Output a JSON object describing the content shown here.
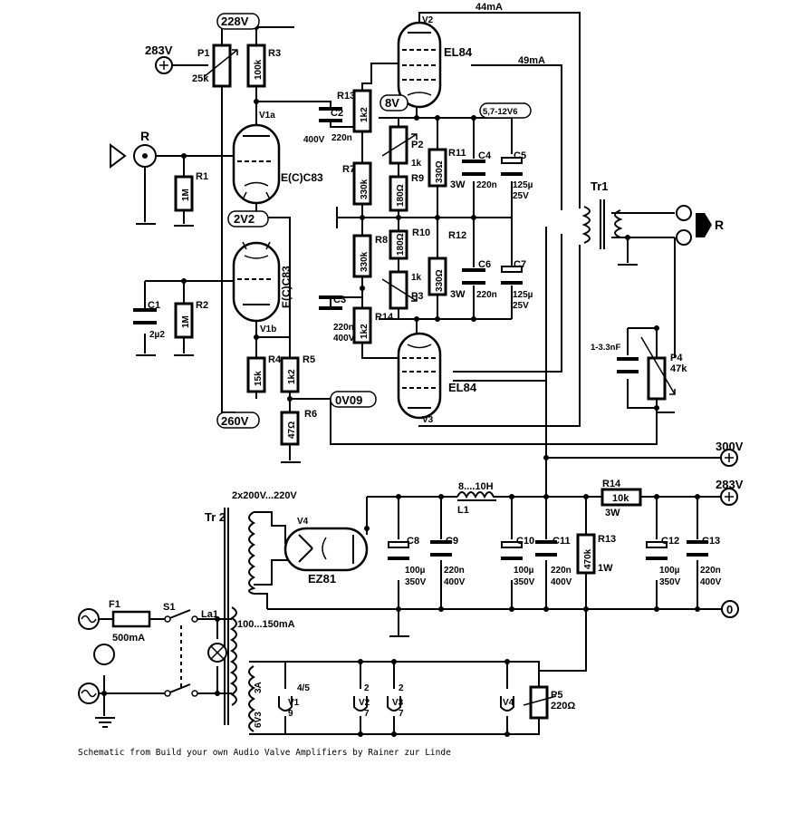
{
  "caption": "Schematic from Build your own Audio Valve Amplifiers by Rainer zur Linde",
  "voltages": {
    "v228": "228V",
    "v283_in": "283V",
    "v2v2": "2V2",
    "v260": "260V",
    "v0v09": "0V09",
    "v8": "8V",
    "v57": "5,7-12V6",
    "v300": "300V",
    "v283_out": "283V",
    "zero": "0"
  },
  "currents": {
    "i44": "44mA",
    "i49": "49mA",
    "i100_150": "100...150mA"
  },
  "tubes": {
    "v1a": "V1a",
    "v1b": "V1b",
    "ecc83_top": "E(C)C83",
    "ecc83_bot": "E(C)C83",
    "v2": "V2",
    "el84_top": "EL84",
    "v3": "V3",
    "el84_bot": "EL84",
    "v4": "V4",
    "ez81": "EZ81"
  },
  "components": {
    "p1": "P1",
    "p1_val": "25k",
    "r3": "R3",
    "r3_val": "100k",
    "r1": "R1",
    "r1_val": "1M",
    "r2": "R2",
    "r2_val": "1M",
    "c1": "C1",
    "c1_val": "2µ2",
    "c2": "C2",
    "c2_val1": "400V",
    "c2_val2": "220n",
    "c3": "C3",
    "c3_val1": "220n",
    "c3_val2": "400V",
    "r4": "R4",
    "r4_val": "15k",
    "r5": "R5",
    "r5_val": "1k2",
    "r6": "R6",
    "r6_val": "47Ω",
    "r7": "R7",
    "r7_val": "330k",
    "r8": "R8",
    "r8_val": "330k",
    "r13a": "R13",
    "r13a_val": "1k2",
    "r14a": "R14",
    "r14a_val": "1k2",
    "p2": "P2",
    "p2_val": "1k",
    "p3": "P3",
    "p3_val": "1k",
    "r9": "R9",
    "r9_val": "180Ω",
    "r10": "R10",
    "r10_val": "180Ω",
    "r11": "R11",
    "r11_val": "330Ω",
    "r11_w": "3W",
    "r12": "R12",
    "r12_val": "330Ω",
    "r12_w": "3W",
    "c4": "C4",
    "c4_val": "220n",
    "c6": "C6",
    "c6_val": "220n",
    "c5": "C5",
    "c5_val1": "125µ",
    "c5_val2": "25V",
    "c7": "C7",
    "c7_val1": "125µ",
    "c7_val2": "25V",
    "tr1": "Tr1",
    "p4": "P4",
    "p4_val": "47k",
    "cap_fb": "1-3.3nF",
    "tr2": "Tr 2",
    "tr2_sec": "2x200V...220V",
    "l1": "L1",
    "l1_val": "8....10H",
    "r14b": "R14",
    "r14b_val": "10k",
    "r14b_w": "3W",
    "r13b": "R13",
    "r13b_val": "470k",
    "r13b_w": "1W",
    "c8": "C8",
    "c8_v1": "100µ",
    "c8_v2": "350V",
    "c9": "C9",
    "c9_v1": "220n",
    "c9_v2": "400V",
    "c10": "C10",
    "c10_v1": "100µ",
    "c10_v2": "350V",
    "c11": "C11",
    "c11_v1": "220n",
    "c11_v2": "400V",
    "c12": "C12",
    "c12_v1": "100µ",
    "c12_v2": "350V",
    "c13": "C13",
    "c13_v1": "220n",
    "c13_v2": "400V",
    "f1": "F1",
    "f1_val": "500mA",
    "s1": "S1",
    "la1": "La1",
    "heater_3a": "3A",
    "heater_6v3": "6V3",
    "h_v1_pins": "4/5",
    "h_v1": "V1",
    "h_v1_b": "9",
    "h_v2_pins": "2",
    "h_v2": "V2",
    "h_v2_b": "7",
    "h_v3_pins": "2",
    "h_v3": "V3",
    "h_v3_b": "7",
    "h_v4": "V4",
    "p5": "P5",
    "p5_val": "220Ω"
  },
  "io": {
    "in_label": "R",
    "out_label": "R"
  }
}
